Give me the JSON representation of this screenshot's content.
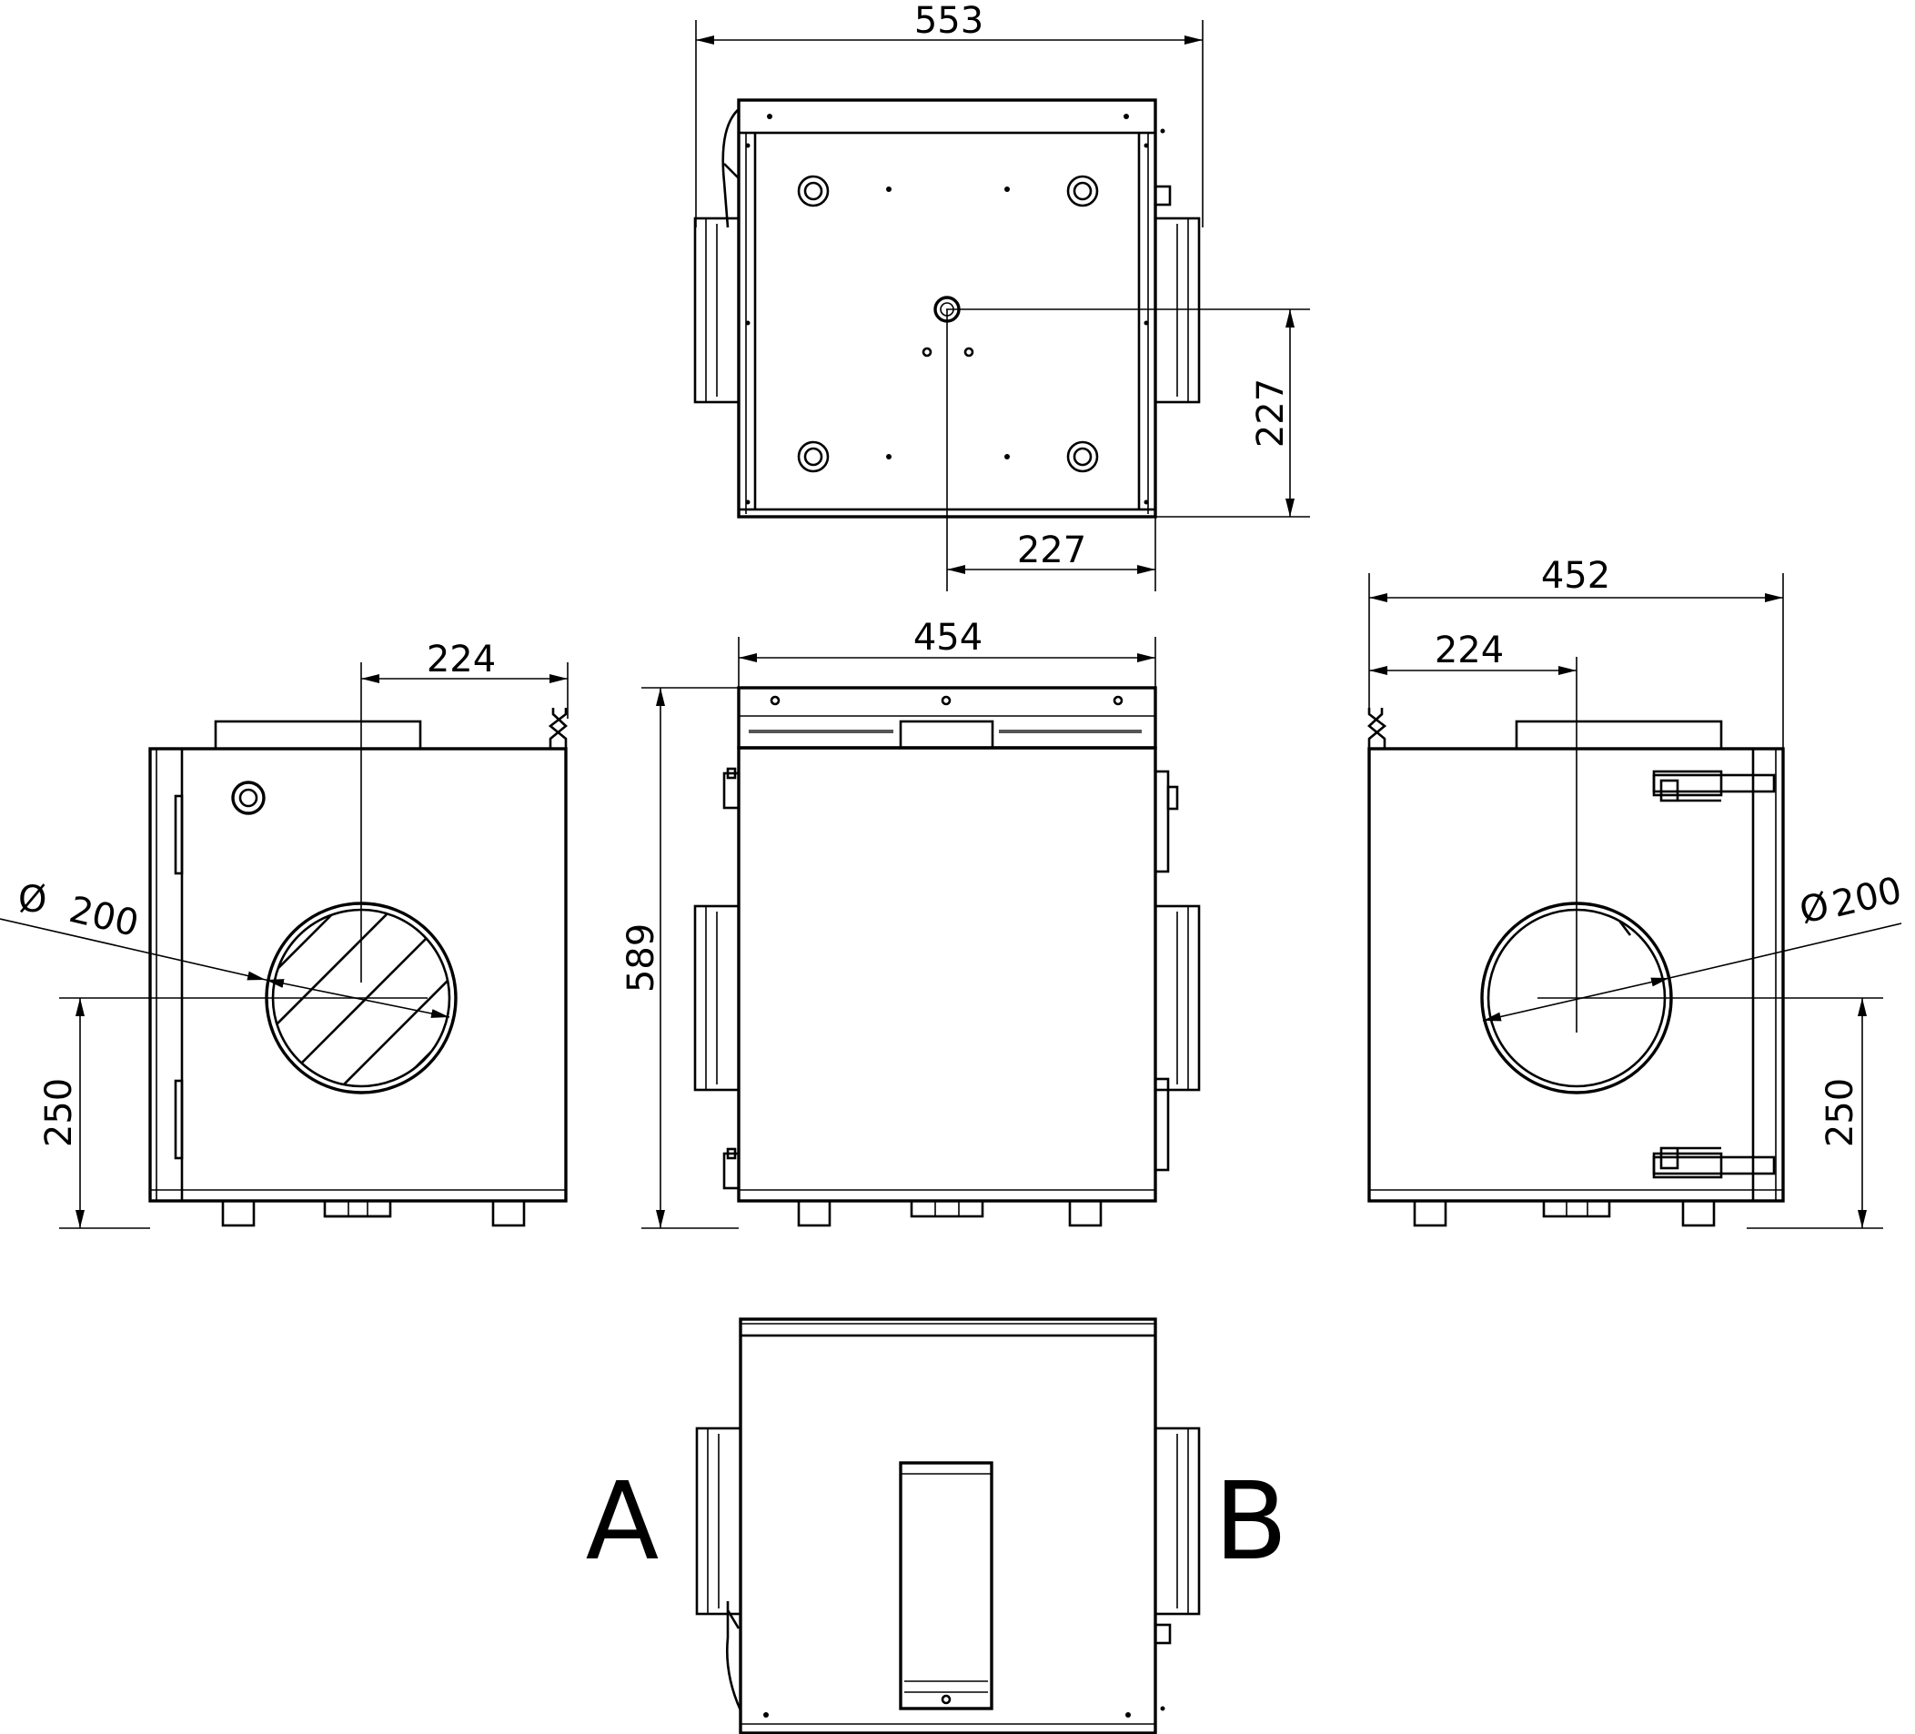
{
  "dimensions": {
    "top_width": "553",
    "top_vertical": "227",
    "top_horizontal": "227",
    "front_width": "454",
    "front_height": "589",
    "left_offset": "224",
    "left_height": "250",
    "left_diameter": "200",
    "right_width": "452",
    "right_offset": "224",
    "right_height": "250",
    "right_diameter": "200"
  },
  "diameter_symbol": "Ø",
  "labels": {
    "port_a": "A",
    "port_b": "B"
  }
}
